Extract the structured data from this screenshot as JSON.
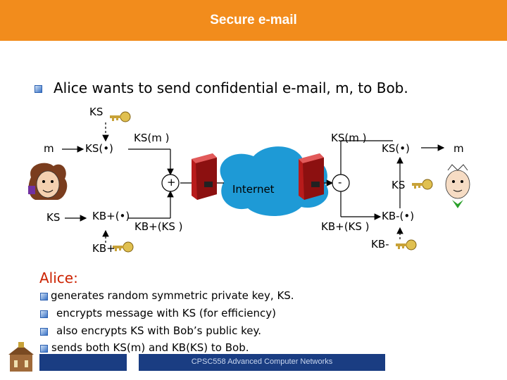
{
  "header": {
    "title": "Secure e-mail"
  },
  "intro": {
    "text": "Alice wants to send confidential e-mail, m, to Bob."
  },
  "diagram": {
    "ks_key_top": "KS",
    "m_left": "m",
    "ks_encrypt_left": "KS(•)",
    "ks_m_left": "KS(m )",
    "plus_op": "+",
    "ks_left": "KS",
    "kb_plus_encrypt": "KB+(•)",
    "kb_ks_left": "KB+(KS )",
    "kb_plus_key": "KB+",
    "internet": "Internet",
    "ks_m_right": "KS(m )",
    "minus_op": "-",
    "kb_ks_right": "KB+(KS )",
    "ks_decrypt_right": "KS(•)",
    "m_right": "m",
    "ks_right": "KS",
    "kb_minus_decrypt": "KB-(•)",
    "kb_minus_key": "KB-"
  },
  "alice": {
    "heading": "Alice:",
    "items": [
      "generates random symmetric private key, KS.",
      "encrypts message with KS (for efficiency)",
      "also encrypts KS with Bob’s public key.",
      "sends both KS(m) and KB(KS) to Bob."
    ]
  },
  "footer": {
    "course": "CPSC558 Advanced Computer Networks"
  },
  "colors": {
    "header": "#f28c1c",
    "footer": "#1a3d82",
    "heading": "#cc2200",
    "internet": "#1e9ad6"
  }
}
